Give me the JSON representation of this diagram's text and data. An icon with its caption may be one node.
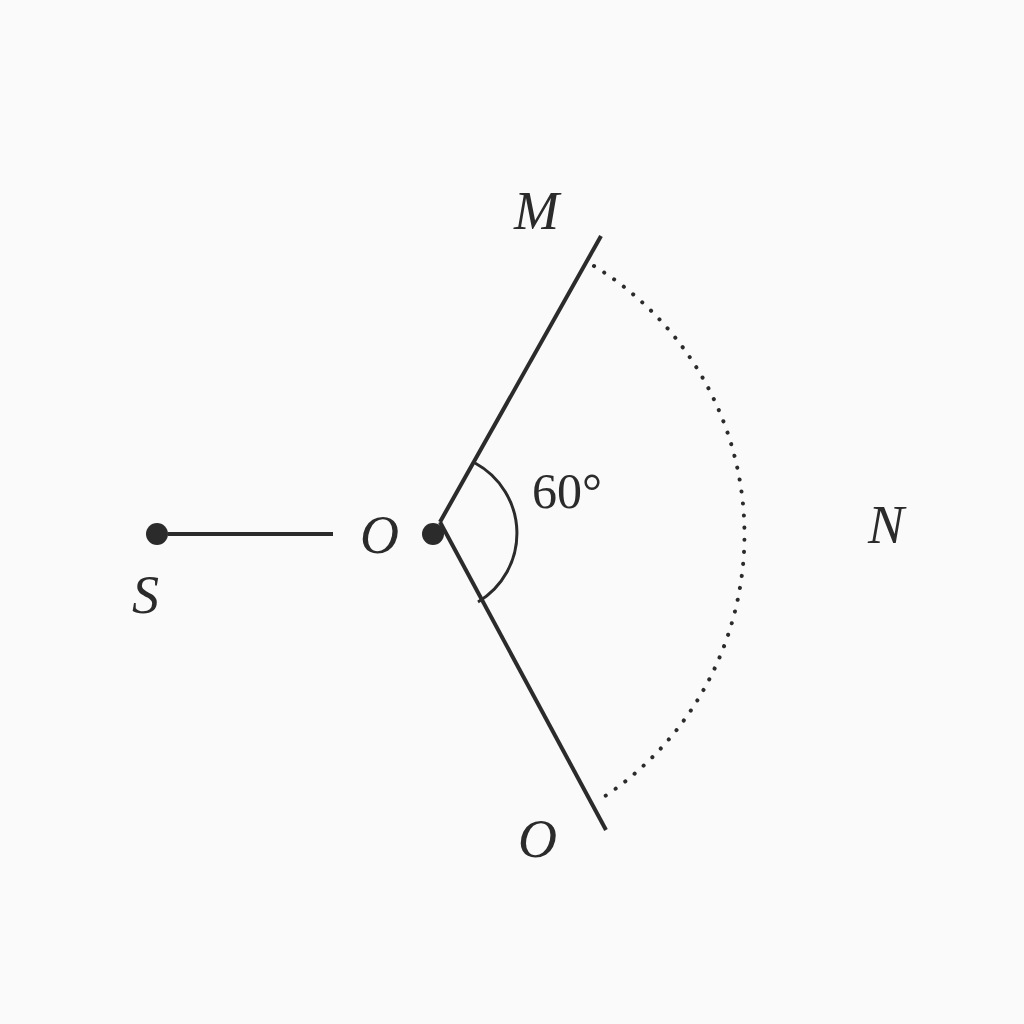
{
  "diagram": {
    "nodes": [
      {
        "text": [
          "S"
        ]
      },
      {
        "text": [
          "O"
        ]
      },
      {
        "text": [
          "M"
        ]
      },
      {
        "text": [
          "O"
        ]
      }
    ],
    "edges": [
      {
        "from": 0,
        "to": null,
        "arrow": "none"
      },
      {
        "from": 1,
        "to": 2,
        "arrow": "none"
      },
      {
        "from": 1,
        "to": 3,
        "arrow": "none"
      },
      {
        "from": 2,
        "to": 3,
        "arrow": "none",
        "style": "dashed"
      }
    ],
    "labels": [
      "60°",
      "N"
    ]
  }
}
